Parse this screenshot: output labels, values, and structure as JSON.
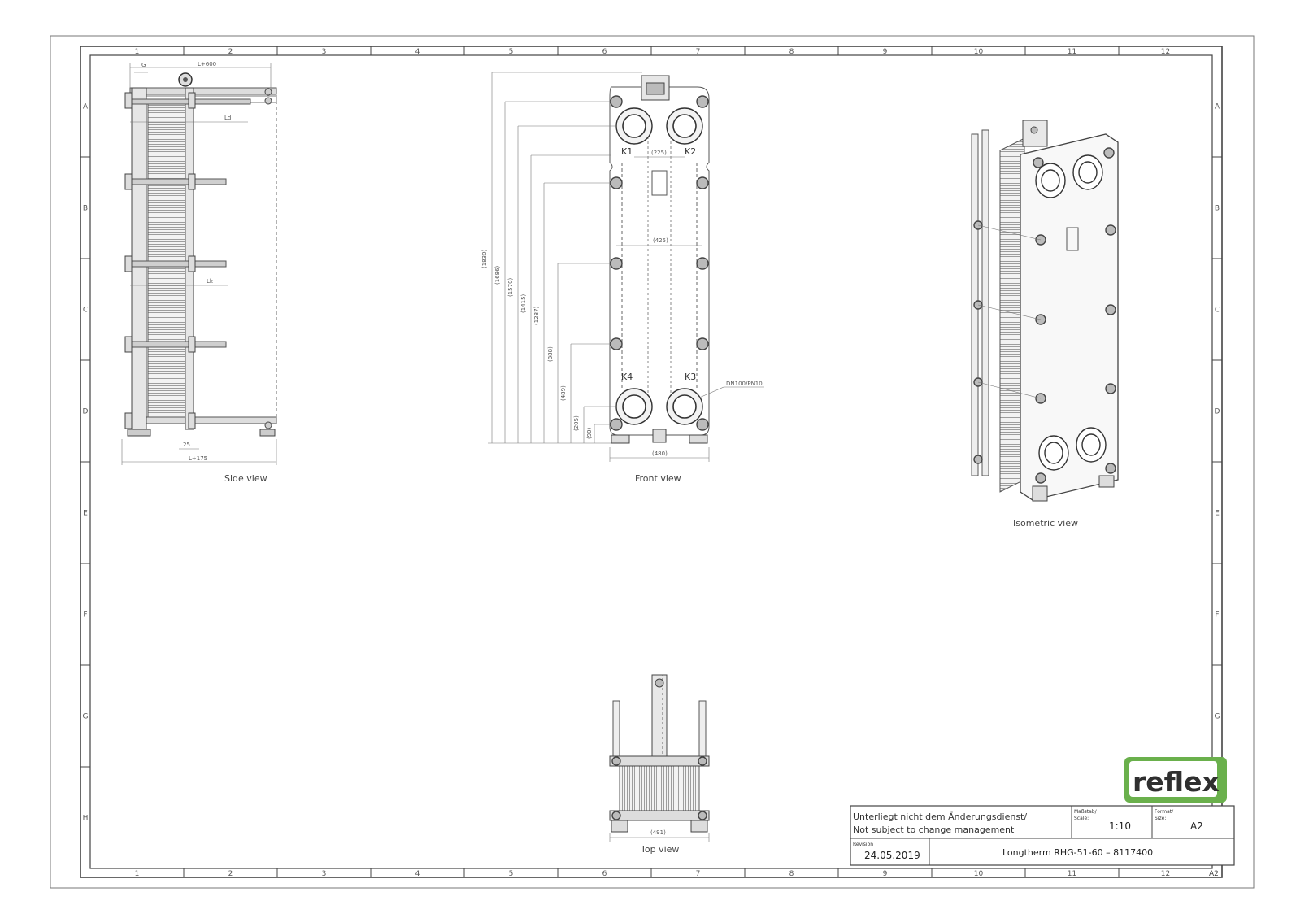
{
  "frame": {
    "columns": [
      "1",
      "2",
      "3",
      "4",
      "5",
      "6",
      "7",
      "8",
      "9",
      "10",
      "11",
      "12"
    ],
    "rows": [
      "A",
      "B",
      "C",
      "D",
      "E",
      "F",
      "G",
      "H"
    ]
  },
  "views": {
    "side_label": "Side view",
    "front_label": "Front view",
    "isometric_label": "Isometric view",
    "top_label": "Top view"
  },
  "side_dims": {
    "g": "G",
    "l600": "L+600",
    "ld": "Ld",
    "lk": "Lk",
    "l175": "L+175",
    "l25": "25"
  },
  "front_dims": {
    "v1830": "(1830)",
    "v1686": "(1686)",
    "v1570": "(1570)",
    "v1415": "(1415)",
    "v1287": "(1287)",
    "v888": "(888)",
    "v489": "(489)",
    "v205": "(205)",
    "v90": "(90)",
    "h225": "(225)",
    "h425": "(425)",
    "h480": "(480)",
    "k1": "K1",
    "k2": "K2",
    "k3": "K3",
    "k4": "K4",
    "flange": "DN100/PN10"
  },
  "top_dims": {
    "h491": "(491)"
  },
  "title_block": {
    "note_de": "Unterliegt nicht dem Änderungsdienst/",
    "note_en": "Not subject to change management",
    "scale_label_de": "Maßstab/",
    "scale_label_en": "Scale:",
    "scale_value": "1:10",
    "format_label_de": "Format/",
    "format_label_en": "Size:",
    "format_value": "A2",
    "revision_label": "Revision",
    "revision_date": "24.05.2019",
    "drawing_title": "Longtherm RHG-51-60 – 8117400",
    "corner_size": "A2"
  },
  "logo": {
    "text": "reflex",
    "color": "#6ab04c"
  }
}
